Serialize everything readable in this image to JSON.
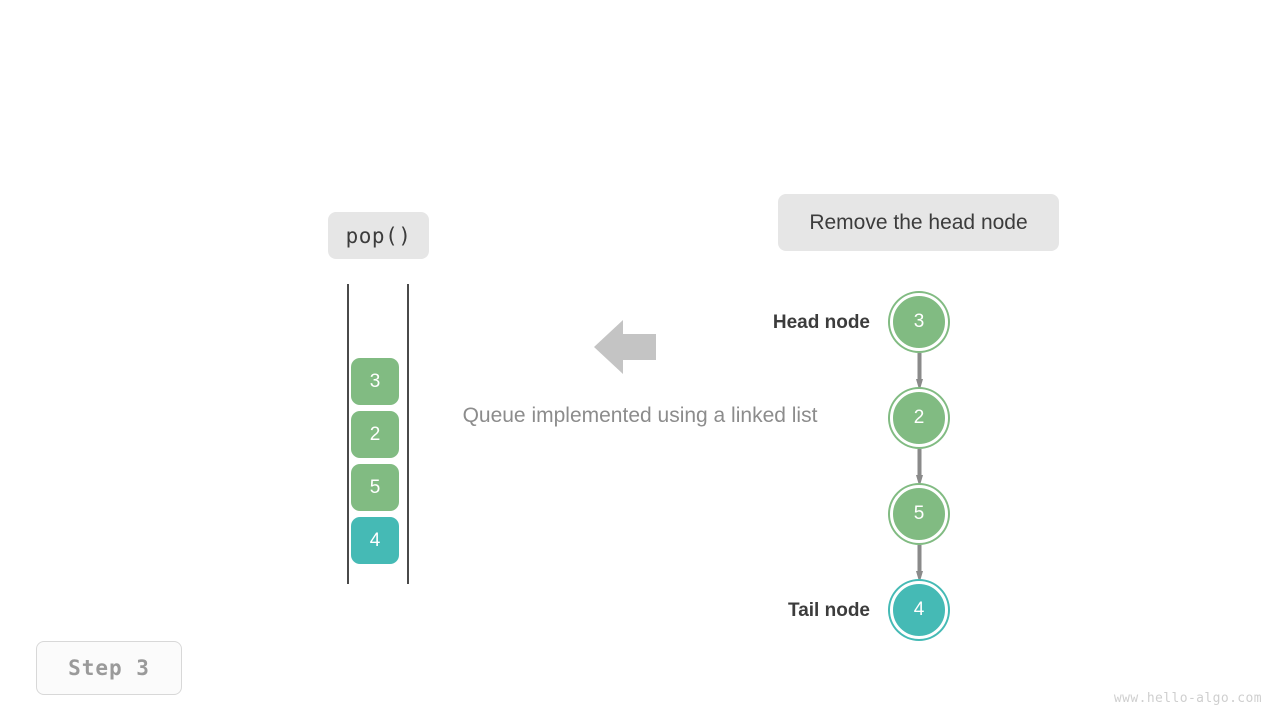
{
  "diagram": {
    "title": "Queue implemented using a linked list",
    "caption": "Queue implemented using a linked list",
    "operation_label": "pop()",
    "action_label": "Remove the head node",
    "step_label": "Step 3",
    "watermark": "www.hello-algo.com",
    "colors": {
      "green": "#81bb82",
      "teal": "#45bab5",
      "pill_bg": "#e6e6e6",
      "arrow_gray": "#c4c4c4",
      "connector_gray": "#8a8a8a",
      "rail_dark": "#4a4a4a",
      "caption_gray": "#8c8c8c",
      "text_dark": "#3c3c3c",
      "watermark_gray": "#cfcfcf"
    },
    "icons": {
      "flow_arrow": "arrow-left-icon",
      "connector": "arrow-down-icon"
    }
  },
  "queue": {
    "items": [
      {
        "value": "3",
        "color": "green"
      },
      {
        "value": "2",
        "color": "green"
      },
      {
        "value": "5",
        "color": "green"
      },
      {
        "value": "4",
        "color": "teal"
      }
    ]
  },
  "linked_list": {
    "head_label": "Head node",
    "tail_label": "Tail node",
    "nodes": [
      {
        "value": "3",
        "color": "green",
        "role": "head"
      },
      {
        "value": "2",
        "color": "green",
        "role": "middle"
      },
      {
        "value": "5",
        "color": "green",
        "role": "middle"
      },
      {
        "value": "4",
        "color": "teal",
        "role": "tail"
      }
    ]
  }
}
